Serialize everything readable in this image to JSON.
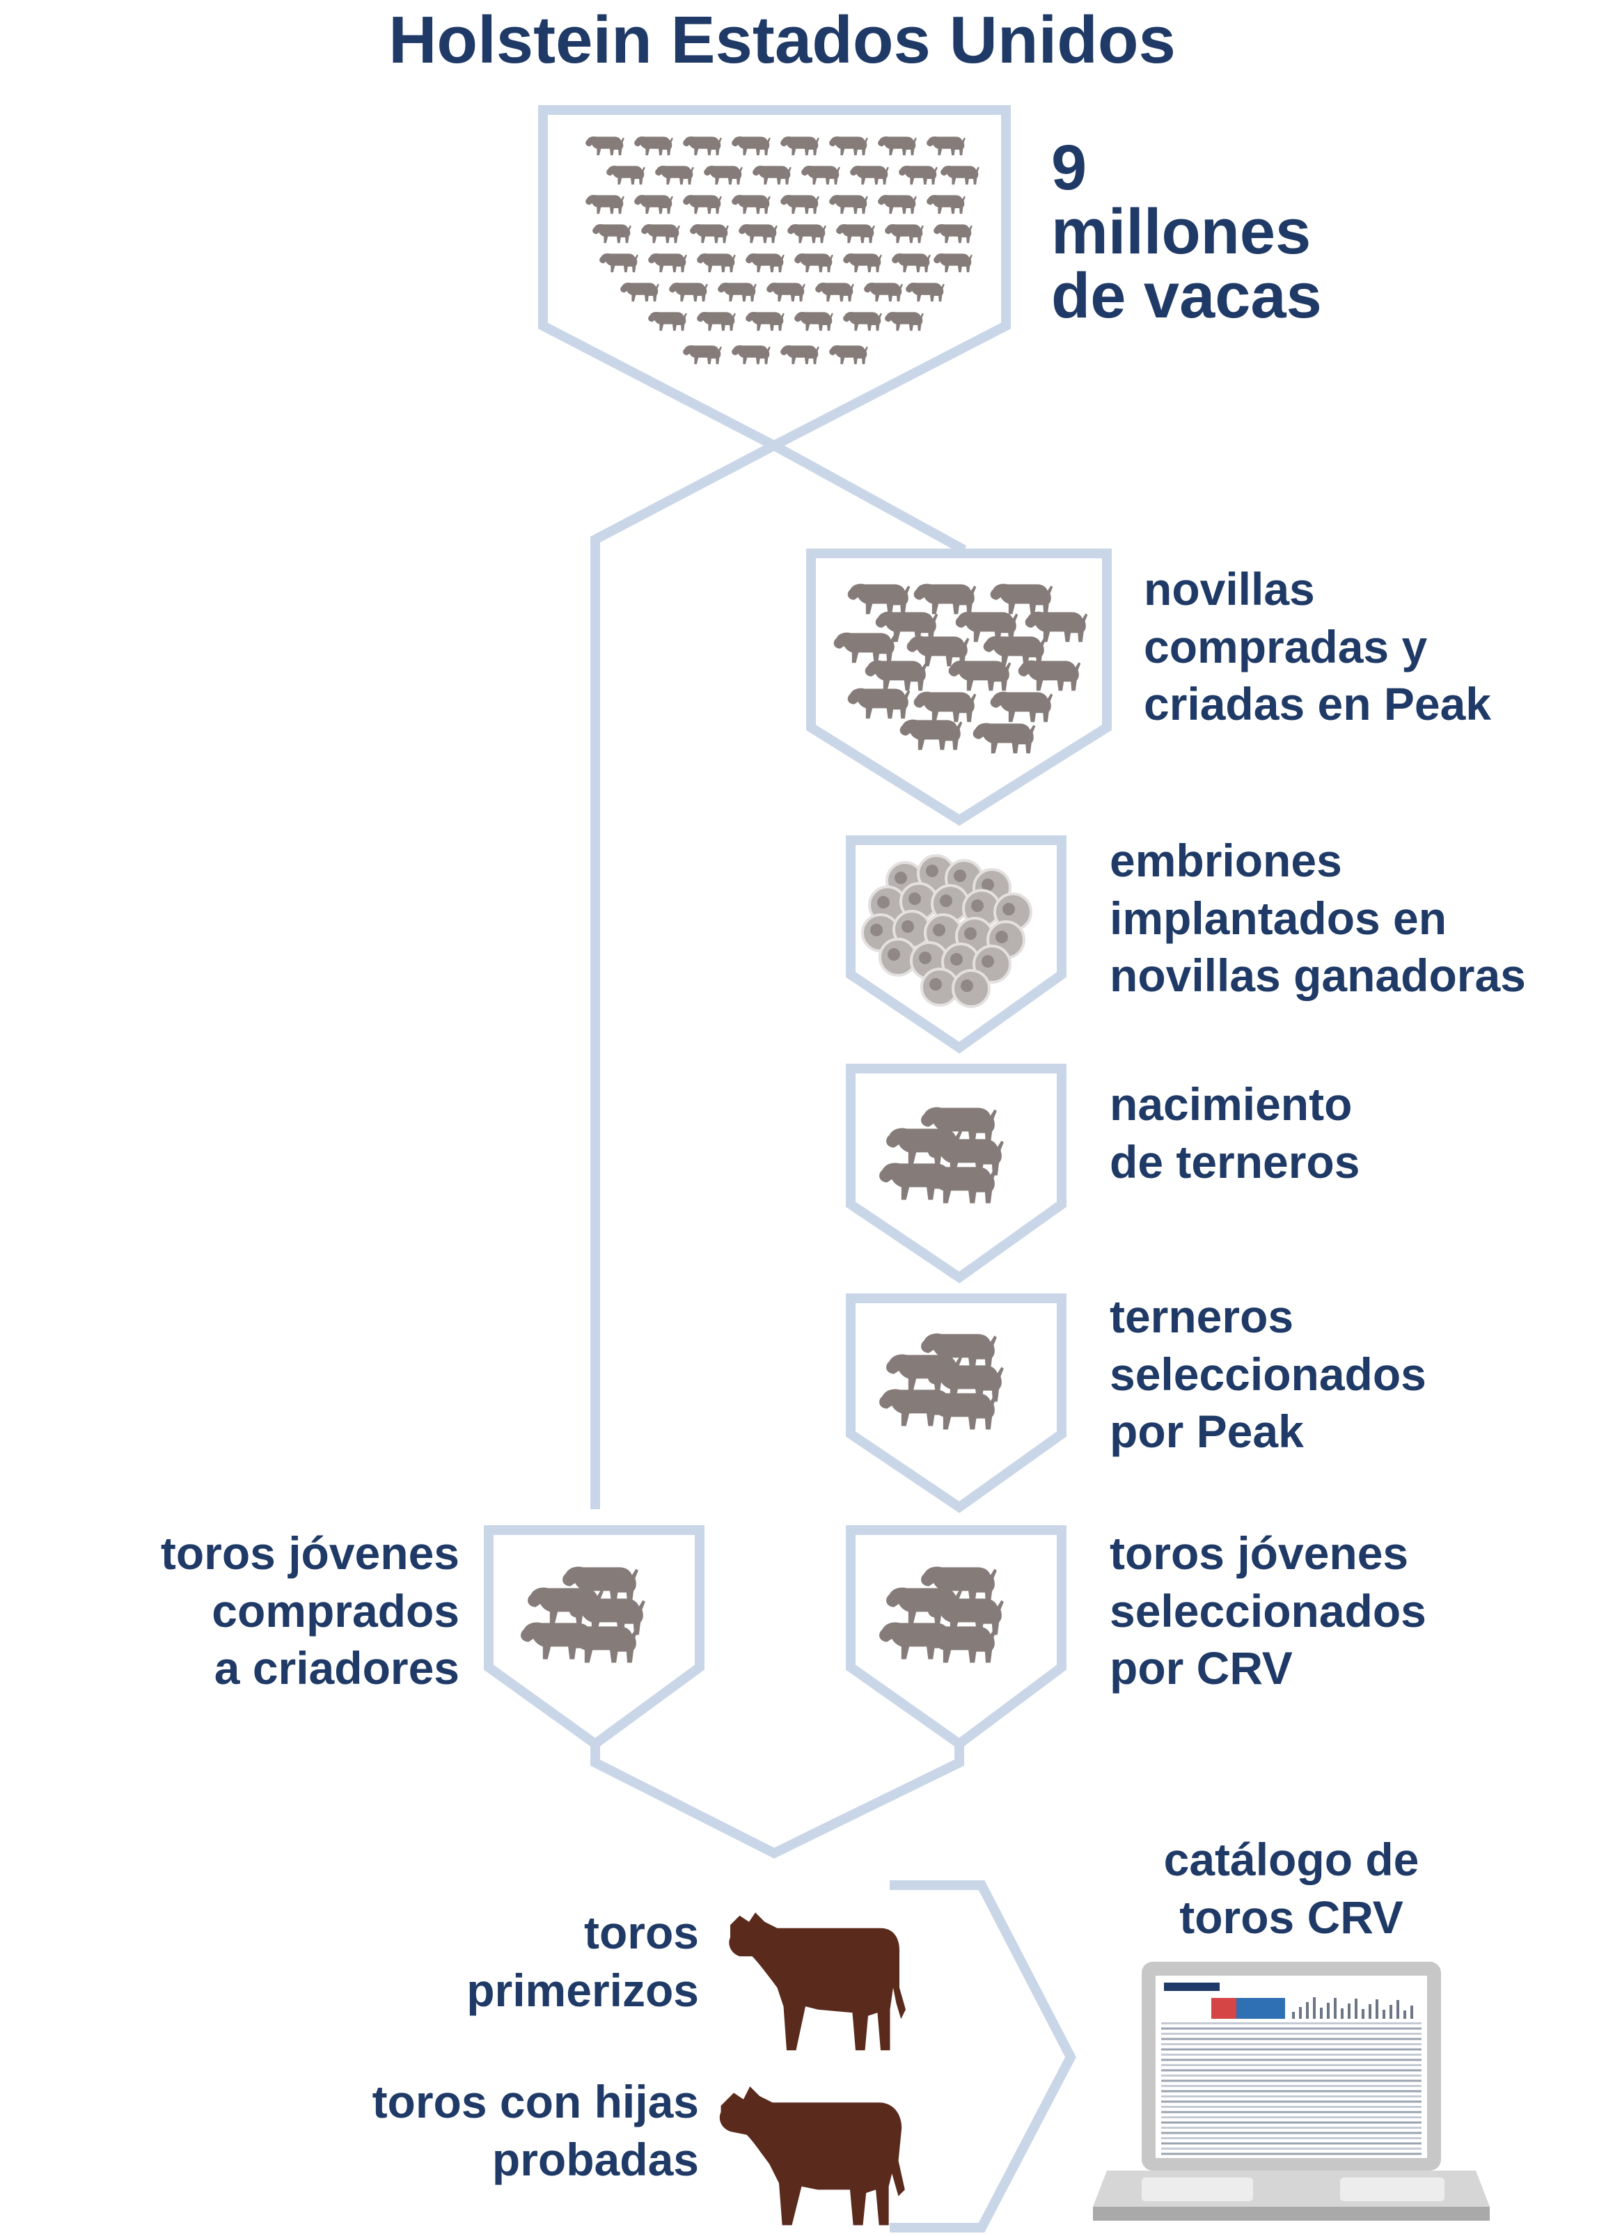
{
  "title": "Holstein Estados Unidos",
  "stages": {
    "cows": {
      "lines": [
        "9",
        "millones",
        "de vacas"
      ]
    },
    "heifers": {
      "lines": [
        "novillas",
        "compradas y",
        "criadas en Peak"
      ]
    },
    "embryos": {
      "lines": [
        "embriones",
        "implantados en",
        "novillas ganadoras"
      ]
    },
    "birth": {
      "lines": [
        "nacimiento",
        "de terneros"
      ]
    },
    "selected_peak": {
      "lines": [
        "terneros",
        "seleccionados",
        "por Peak"
      ]
    },
    "bought_breeders": {
      "lines": [
        "toros jóvenes",
        "comprados",
        "a criadores"
      ]
    },
    "selected_crv": {
      "lines": [
        "toros jóvenes",
        "seleccionados",
        "por CRV"
      ]
    }
  },
  "outcomes": {
    "first": {
      "lines": [
        "toros",
        "primerizos"
      ]
    },
    "proven": {
      "lines": [
        "toros con hijas",
        "probadas"
      ]
    }
  },
  "catalog": {
    "lines": [
      "catálogo de",
      "toros CRV"
    ]
  },
  "colors": {
    "text": "#1f3a66",
    "funnel": "#c9d6e8",
    "cattle_gray": "#857c79",
    "bull_brown": "#5a2a1c",
    "laptop": "#c7c7c7"
  }
}
